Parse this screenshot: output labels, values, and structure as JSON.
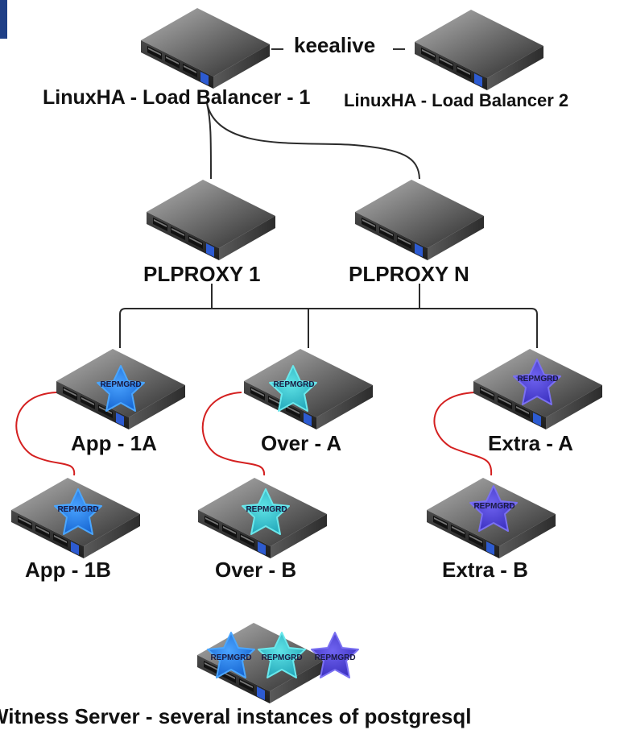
{
  "colors": {
    "serial_link": "#d42020",
    "network": "#2b2b2b",
    "app_star": "#1976e8",
    "over_star": "#2ec4c8",
    "extra_star": "#4b3fd6",
    "corner_tab": "#1f3f86"
  },
  "labels": {
    "keepalive": "keealive",
    "lb1": "LinuxHA - Load Balancer - 1",
    "lb2": "LinuxHA - Load Balancer 2",
    "plproxy1": "PLPROXY 1",
    "plproxyN": "PLPROXY N",
    "app1a": "App - 1A",
    "over_a": "Over - A",
    "extra_a": "Extra - A",
    "app1b": "App - 1B",
    "over_b": "Over - B",
    "extra_b": "Extra - B",
    "witness": "Witness Server - several instances of postgresql"
  },
  "star_text": "REPMGRD",
  "icons": {
    "server": "rack-server-icon",
    "star": "repmgrd-star-icon"
  }
}
